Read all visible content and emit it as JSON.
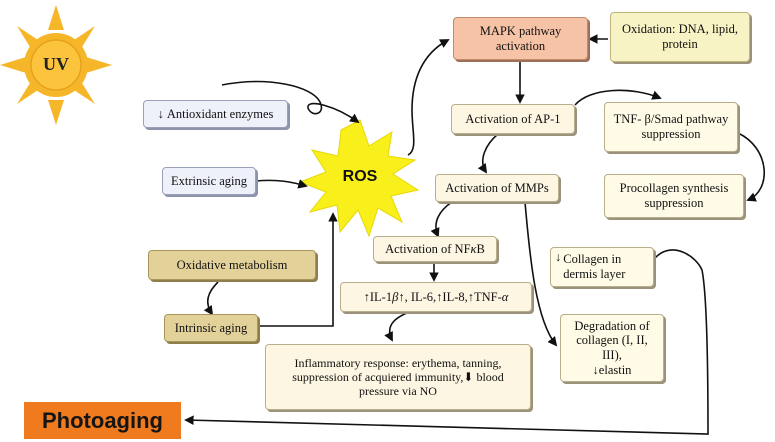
{
  "uv": {
    "label": "UV"
  },
  "ros": {
    "label": "ROS"
  },
  "nodes": {
    "antioxidant": "Antioxidant enzymes",
    "extrinsic": "Extrinsic aging",
    "oxidative_metabolism": "Oxidative metabolism",
    "intrinsic": "Intrinsic aging",
    "mapk": "MAPK pathway activation",
    "oxidation": "Oxidation:  DNA, lipid, protein",
    "ap1": "Activation of AP-1",
    "tnf_smad": "TNF- β/Smad pathway suppression",
    "mmps": "Activation of MMPs",
    "procollagen": "Procollagen synthesis suppression",
    "nfkb_prefix": "Activation of NF",
    "nfkb_kappa": "κ",
    "nfkb_suffix": "B",
    "cytokines": {
      "il1": "IL-1",
      "beta": "β",
      "il6": ", IL-6, ",
      "il8": "IL-8, ",
      "tnf": "TNF-",
      "alpha": "α"
    },
    "collagen_dermis": "Collagen in dermis layer",
    "degradation_line1": "Degradation of",
    "degradation_line2": "collagen (I, II, III),",
    "degradation_line3": "elastin",
    "inflammatory_line1": "Inflammatory response: erythema, tanning,",
    "inflammatory_line2": "suppression of acquiered immunity,",
    "inflammatory_line3_suffix": " blood",
    "inflammatory_line4": "pressure via NO"
  },
  "photoaging": {
    "label": "Photoaging"
  },
  "symbols": {
    "down": "↓",
    "up": "↑",
    "down_bold": "⬇"
  },
  "colors": {
    "sun": "#f6b62a",
    "ros_star": "#f9ef1a",
    "photoaging": "#f07a1e",
    "mapk": "#f7c3a6"
  }
}
